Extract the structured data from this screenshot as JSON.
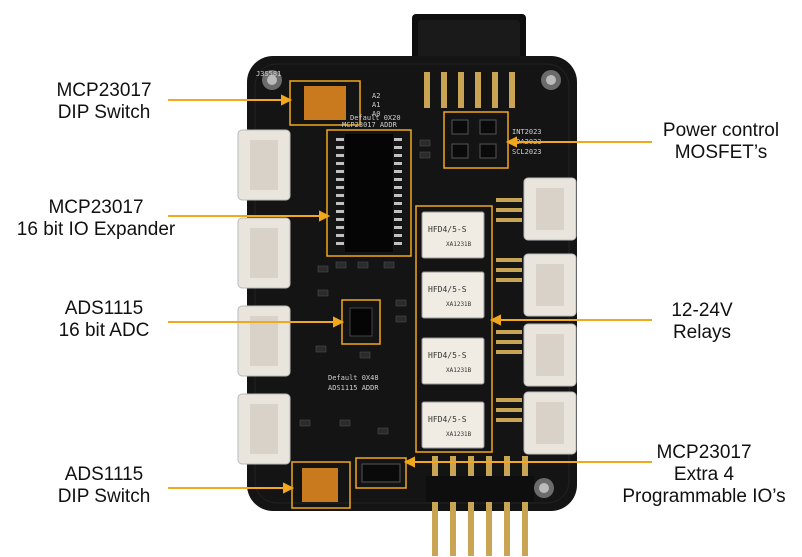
{
  "accent_color": "#f2a81c",
  "board_color": "#141414",
  "labels": {
    "mcp_dip": {
      "line1": "MCP23017",
      "line2": "DIP Switch"
    },
    "mcp_io": {
      "line1": "MCP23017",
      "line2": "16 bit IO Expander"
    },
    "ads_adc": {
      "line1": "ADS1115",
      "line2": "16 bit ADC"
    },
    "ads_dip": {
      "line1": "ADS1115",
      "line2": "DIP Switch"
    },
    "mosfet": {
      "line1": "Power control",
      "line2": "MOSFET’s"
    },
    "relays": {
      "line1": "12-24V",
      "line2": "Relays"
    },
    "extra_io": {
      "line1": "MCP23017",
      "line2": "Extra 4",
      "line3": "Programmable IO’s"
    }
  },
  "silkscreen": {
    "relay_text": "HFD4/5-S",
    "relay_code": "XA1231B",
    "mcp_addr": "MCP23017 ADDR",
    "mcp_default": "Default 0X20",
    "ads_addr": "ADS1115 ADDR",
    "ads_default": "Default 0X48",
    "addr_pins": [
      "A2",
      "A1",
      "A0"
    ],
    "out_pins": [
      "SCL2023",
      "SDA2023",
      "INT2023"
    ],
    "board_id": "J3S581"
  }
}
